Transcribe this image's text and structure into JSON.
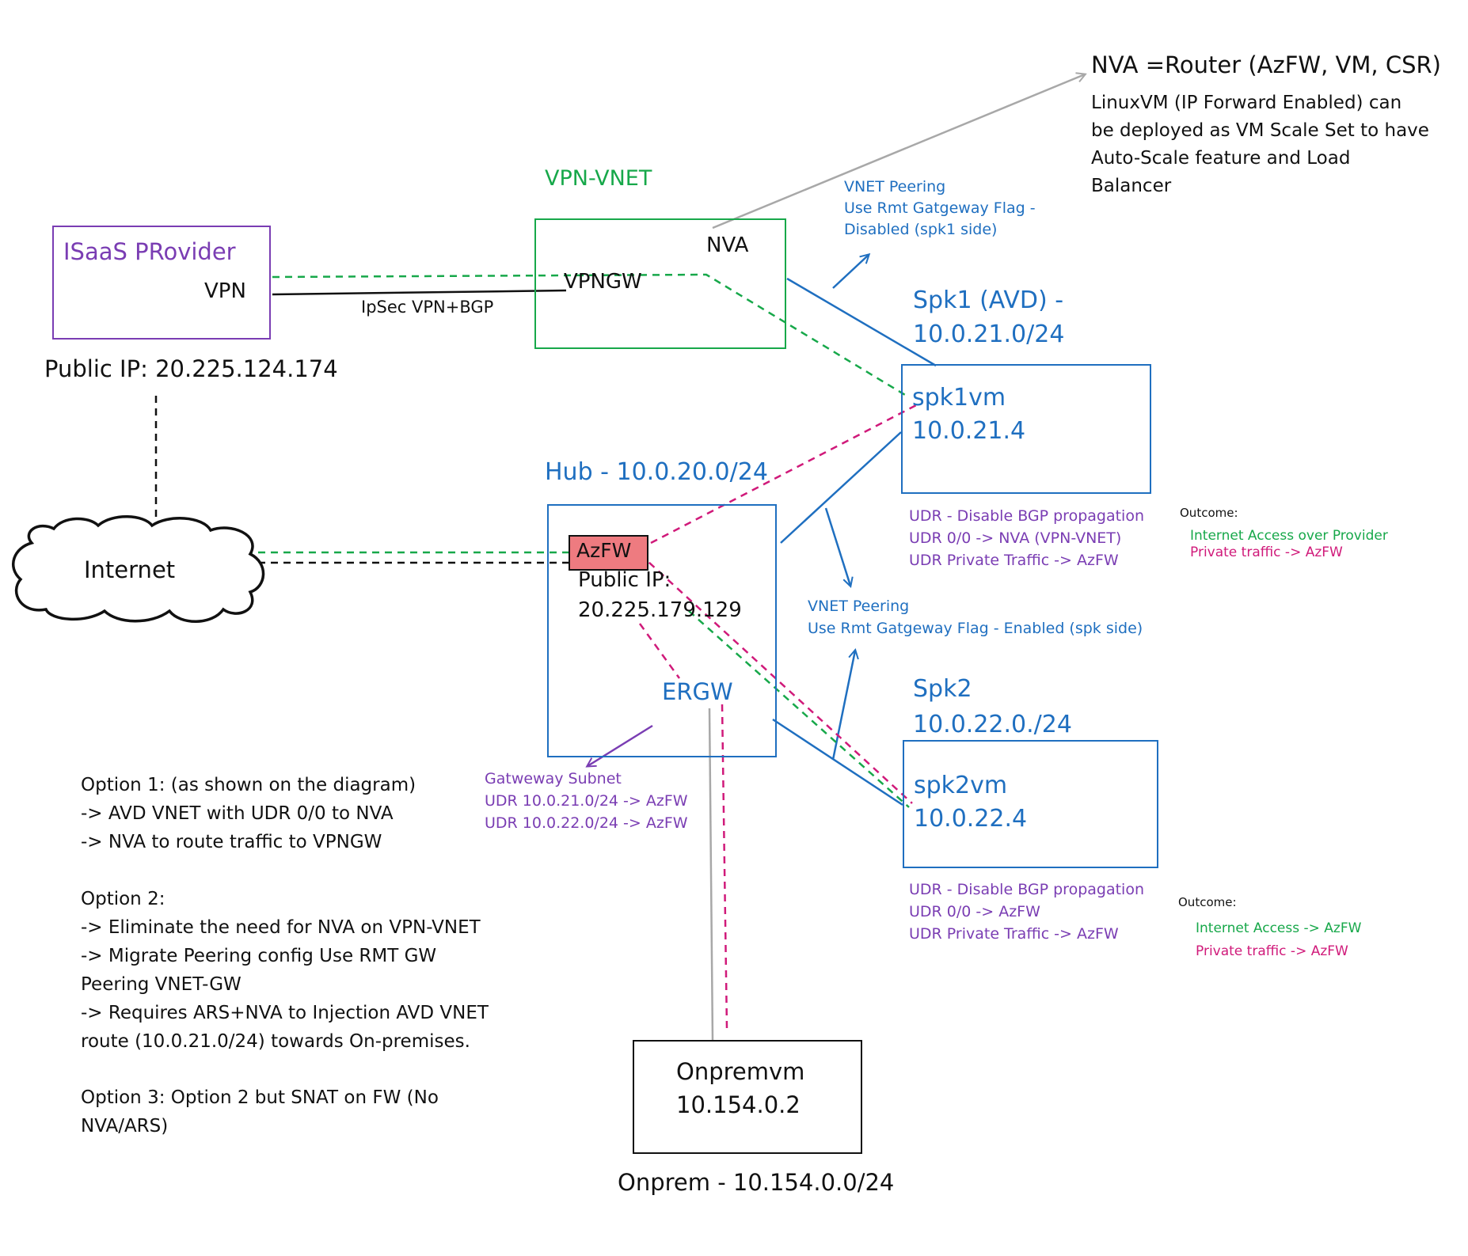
{
  "colors": {
    "blue": "#1f6fc0",
    "green": "#17a84a",
    "purple": "#7a3db3",
    "magenta": "#d01a7a",
    "black": "#111111",
    "gray": "#a8a8a8",
    "azfw_fill": "#ee7b80"
  },
  "nva_note": {
    "title": "NVA =Router (AzFW, VM, CSR)",
    "body": "LinuxVM (IP Forward Enabled) can\nbe deployed as VM Scale Set to have\nAuto-Scale feature and Load\nBalancer"
  },
  "vpn_vnet": {
    "title": "VPN-VNET",
    "nva_label": "NVA",
    "vpngw_label": "VPNGW"
  },
  "isaas": {
    "title": "ISaaS PRovider",
    "vpn_label": "VPN",
    "public_ip": "Public IP: 20.225.124.174"
  },
  "ipsec_label": "IpSec VPN+BGP",
  "peering_spk1": "VNET Peering\nUse Rmt Gatgeway Flag -\nDisabled (spk1 side)",
  "spk1": {
    "title": "Spk1 (AVD) -\n10.0.21.0/24",
    "vm_name": "spk1vm",
    "vm_ip": "10.0.21.4",
    "udr": "UDR - Disable BGP propagation\nUDR 0/0 -> NVA (VPN-VNET)\nUDR Private Traffic -> AzFW",
    "outcome_title": "Outcome:",
    "outcome_internet": "Internet Access over Provider",
    "outcome_private": "Private traffic -> AzFW"
  },
  "hub": {
    "title": "Hub - 10.0.20.0/24",
    "azfw_label": "AzFW",
    "public_ip": "Public IP:\n20.225.179.129",
    "ergw_label": "ERGW"
  },
  "internet_label": "Internet",
  "peering_spk": "VNET Peering\nUse Rmt Gatgeway Flag - Enabled (spk side)",
  "spk2": {
    "title": "Spk2\n10.0.22.0./24",
    "vm_name": "spk2vm",
    "vm_ip": "10.0.22.4",
    "udr": "UDR - Disable BGP propagation\nUDR 0/0 -> AzFW\nUDR Private Traffic -> AzFW",
    "outcome_title": "Outcome:",
    "outcome_internet": "Internet Access -> AzFW",
    "outcome_private": "Private traffic -> AzFW"
  },
  "gateway_subnet": "Gatweway Subnet\nUDR 10.0.21.0/24 -> AzFW\nUDR 10.0.22.0/24 -> AzFW",
  "options": {
    "option1": "Option 1:  (as shown on the diagram)\n-> AVD VNET with UDR 0/0 to NVA\n-> NVA to route traffic to VPNGW",
    "option2": "Option 2:\n-> Eliminate the need for NVA on VPN-VNET\n-> Migrate Peering config Use RMT GW\nPeering VNET-GW\n-> Requires ARS+NVA to Injection AVD VNET\nroute (10.0.21.0/24) towards On-premises.",
    "option3": "Option 3: Option 2 but SNAT on FW (No\nNVA/ARS)"
  },
  "onprem": {
    "vm_name": "Onpremvm",
    "vm_ip": "10.154.0.2",
    "network": "Onprem - 10.154.0.0/24"
  }
}
